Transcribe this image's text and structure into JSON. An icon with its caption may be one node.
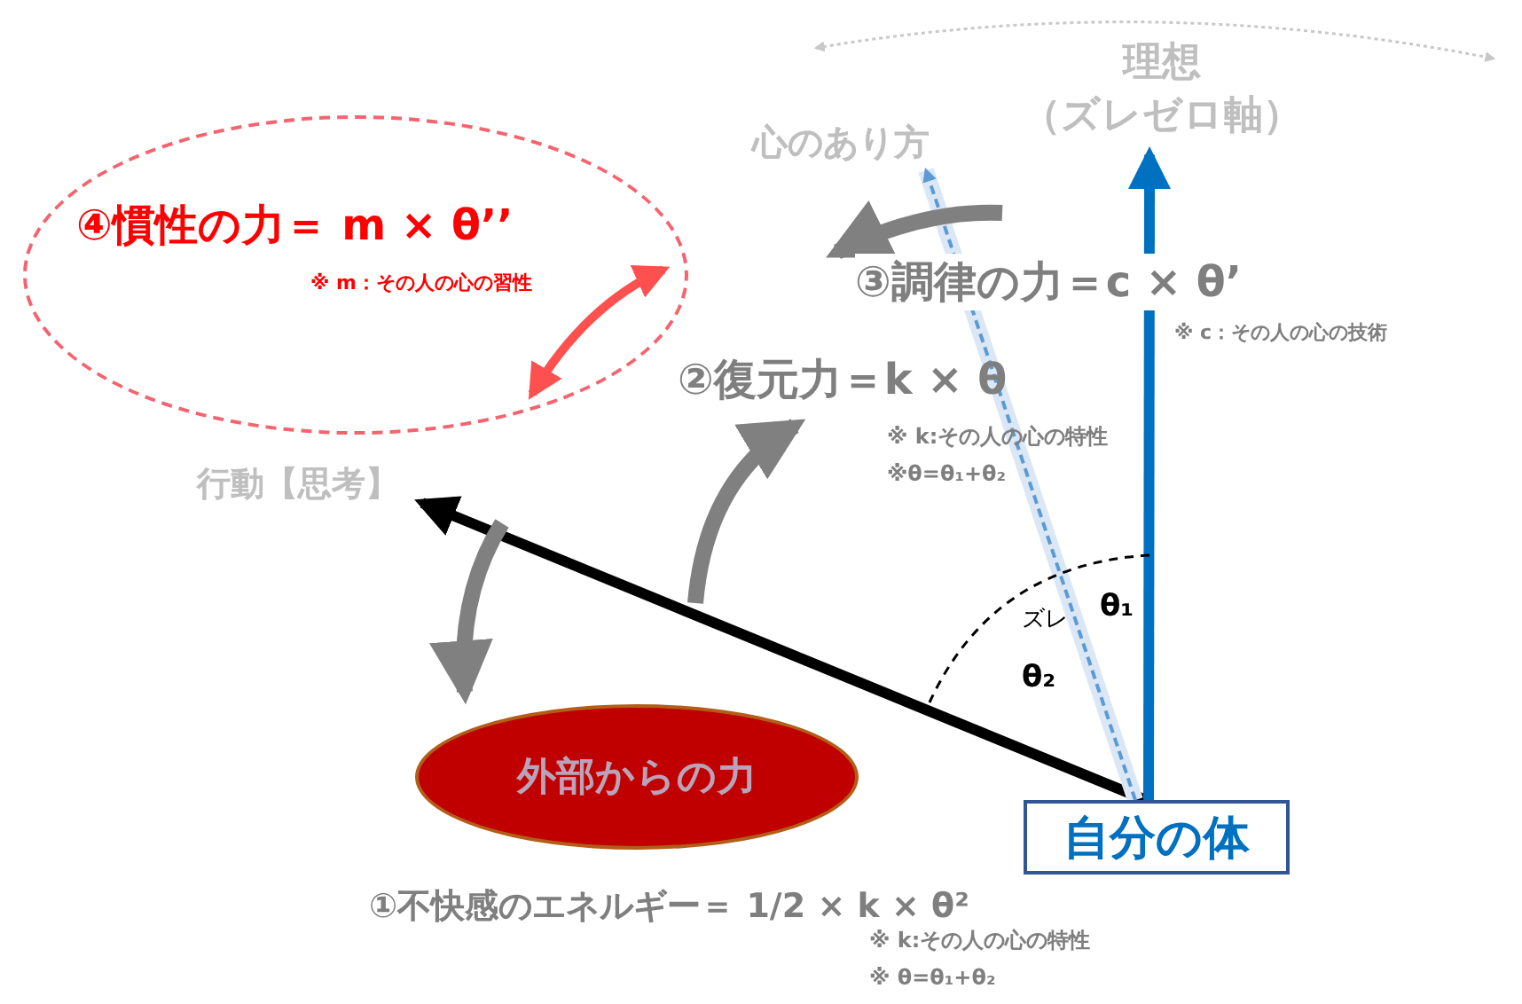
{
  "diagram": {
    "nodes": [
      {
        "text": [
          "④慣性の力＝ m × θ’’",
          "※ m：その人の心の習性"
        ]
      },
      {
        "text": [
          "行動【思考】"
        ]
      },
      {
        "text": [
          "心のあり方"
        ]
      },
      {
        "text": [
          "理想（ズレゼロ軸）"
        ]
      },
      {
        "text": [
          "外部からの力"
        ]
      },
      {
        "text": [
          "自分の体"
        ]
      }
    ],
    "edges": [
      {
        "from": 5,
        "to": 1,
        "arrow": "to",
        "color": "#000000"
      },
      {
        "from": 5,
        "to": 2,
        "arrow": "to",
        "style": "dashed",
        "color": "#5b9bd5"
      },
      {
        "from": 5,
        "to": 3,
        "arrow": "to",
        "color": "#0070c0"
      }
    ],
    "labels": [
      "③調律の力＝c × θ’",
      "※ c：その人の心の技術",
      "②復元力＝k × θ",
      "※ k:その人の心の特性",
      "※θ=θ₁+θ₂",
      "ズレ",
      "θ₁",
      "θ₂",
      "①不快感のエネルギー＝ 1/2 × k × θ²",
      "※ k:その人の心の特性",
      "※ θ=θ₁+θ₂"
    ]
  }
}
